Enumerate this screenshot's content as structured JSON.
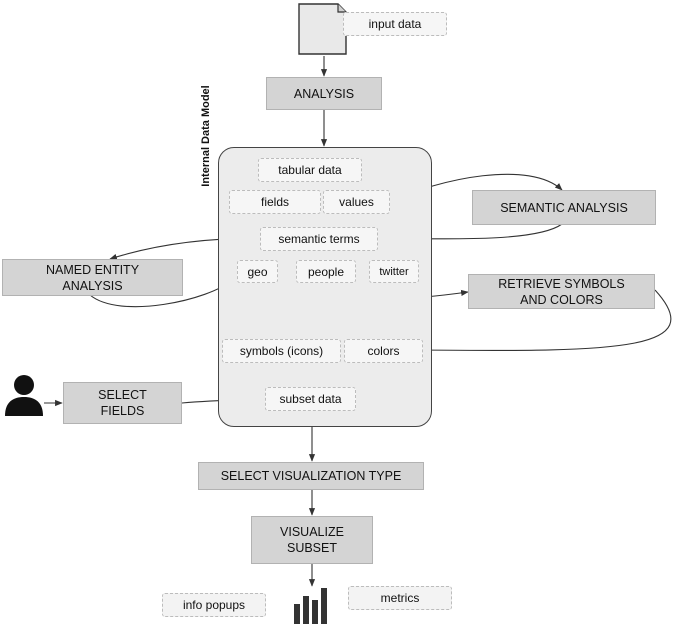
{
  "diagram": {
    "model_title": "Internal Data Model",
    "processes": {
      "analysis": "ANALYSIS",
      "semantic_analysis": "SEMANTIC ANALYSIS",
      "named_entity_analysis": "NAMED ENTITY\nANALYSIS",
      "retrieve_symbols": "RETRIEVE SYMBOLS\nAND COLORS",
      "select_fields": "SELECT\nFIELDS",
      "select_visualization": "SELECT VISUALIZATION TYPE",
      "visualize_subset": "VISUALIZE\nSUBSET"
    },
    "data_items": {
      "input_data": "input data",
      "tabular_data": "tabular data",
      "fields": "fields",
      "values": "values",
      "semantic_terms": "semantic terms",
      "geo": "geo",
      "people": "people",
      "twitter": "twitter",
      "symbols_icons": "symbols (icons)",
      "colors": "colors",
      "subset_data": "subset data",
      "info_popups": "info popups",
      "metrics": "metrics"
    },
    "icons": {
      "input": "document-icon",
      "user": "user-icon",
      "output": "bar-chart-icon"
    }
  }
}
